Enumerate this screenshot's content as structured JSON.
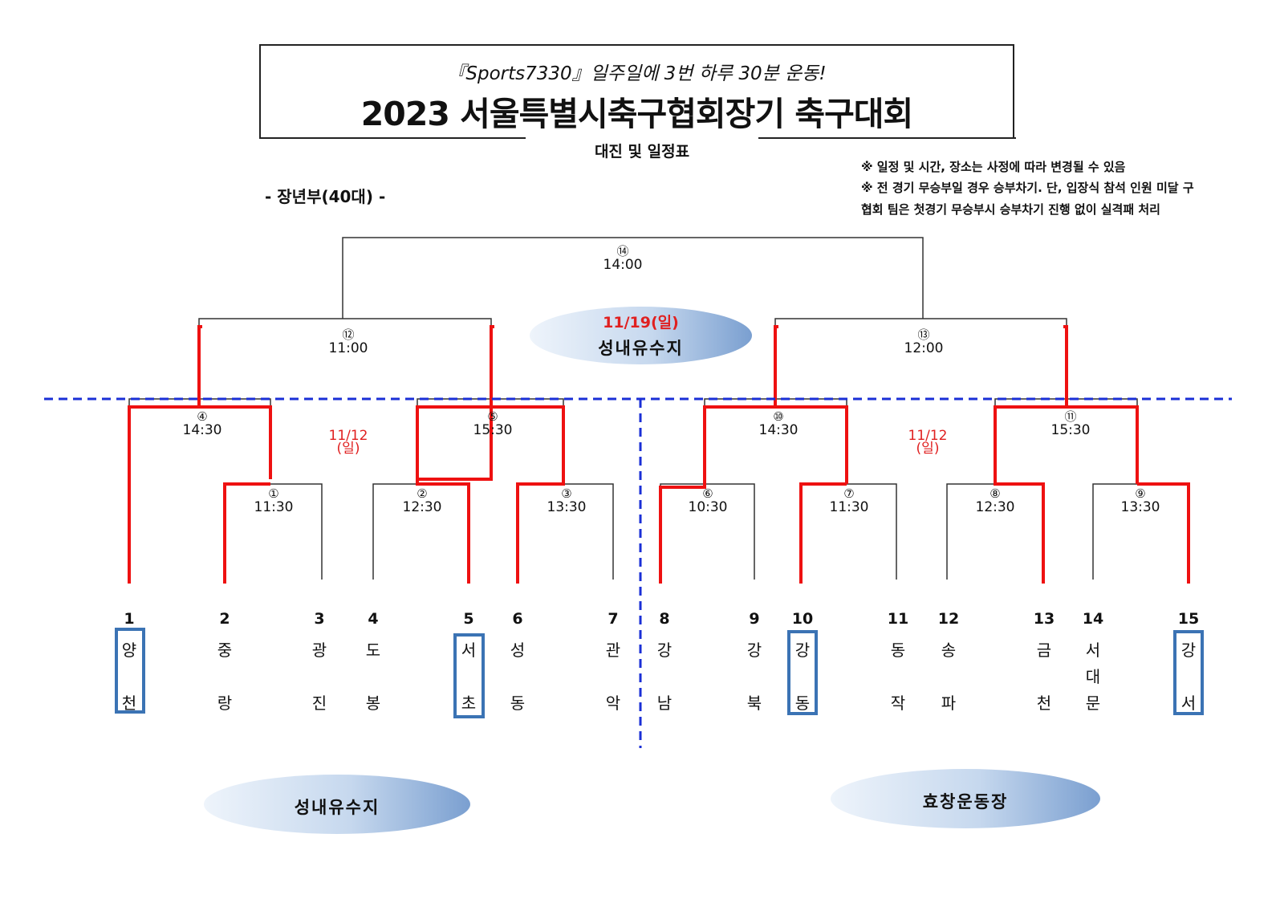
{
  "header": {
    "slogan": "『Sports7330』일주일에 3번 하루 30분 운동!",
    "title": "2023 서울특별시축구협회장기 축구대회",
    "subtitle": "대진 및 일정표"
  },
  "division": "- 장년부(40대) -",
  "notes": [
    "※ 일정 및 시간, 장소는 사정에 따라 변경될 수 있음",
    "※ 전 경기 무승부일 경우 승부차기. 단, 입장식 참석 인원 미달 구",
    "협회 팀은 첫경기 무승부시 승부차기 진행 없이 실격패 처리"
  ],
  "final_date": "11/19(일)",
  "final_venue": "성내유수지",
  "round1_date": "11/12\n(일)",
  "venues": {
    "left": "성내유수지",
    "right": "효창운동장"
  },
  "matches": {
    "m1": {
      "no": "①",
      "time": "11:30"
    },
    "m2": {
      "no": "②",
      "time": "12:30"
    },
    "m3": {
      "no": "③",
      "time": "13:30"
    },
    "m4": {
      "no": "④",
      "time": "14:30"
    },
    "m5": {
      "no": "⑤",
      "time": "15:30"
    },
    "m6": {
      "no": "⑥",
      "time": "10:30"
    },
    "m7": {
      "no": "⑦",
      "time": "11:30"
    },
    "m8": {
      "no": "⑧",
      "time": "12:30"
    },
    "m9": {
      "no": "⑨",
      "time": "13:30"
    },
    "m10": {
      "no": "⑩",
      "time": "14:30"
    },
    "m11": {
      "no": "⑪",
      "time": "15:30"
    },
    "m12": {
      "no": "⑫",
      "time": "11:00"
    },
    "m13": {
      "no": "⑬",
      "time": "12:00"
    },
    "m14": {
      "no": "⑭",
      "time": "14:00"
    }
  },
  "teams": [
    {
      "no": "1",
      "chars": [
        "양",
        "천"
      ],
      "advanced": true
    },
    {
      "no": "2",
      "chars": [
        "중",
        "랑"
      ],
      "advanced": false
    },
    {
      "no": "3",
      "chars": [
        "광",
        "진"
      ],
      "advanced": false
    },
    {
      "no": "4",
      "chars": [
        "도",
        "봉"
      ],
      "advanced": false
    },
    {
      "no": "5",
      "chars": [
        "서",
        "초"
      ],
      "advanced": true
    },
    {
      "no": "6",
      "chars": [
        "성",
        "동"
      ],
      "advanced": false
    },
    {
      "no": "7",
      "chars": [
        "관",
        "악"
      ],
      "advanced": false
    },
    {
      "no": "8",
      "chars": [
        "강",
        "남"
      ],
      "advanced": false
    },
    {
      "no": "9",
      "chars": [
        "강",
        "북"
      ],
      "advanced": false
    },
    {
      "no": "10",
      "chars": [
        "강",
        "동"
      ],
      "advanced": true
    },
    {
      "no": "11",
      "chars": [
        "동",
        "작"
      ],
      "advanced": false
    },
    {
      "no": "12",
      "chars": [
        "송",
        "파"
      ],
      "advanced": false
    },
    {
      "no": "13",
      "chars": [
        "금",
        "천"
      ],
      "advanced": false
    },
    {
      "no": "14",
      "chars": [
        "서",
        "대",
        "문"
      ],
      "advanced": false
    },
    {
      "no": "15",
      "chars": [
        "강",
        "서"
      ],
      "advanced": true
    }
  ],
  "colors": {
    "win_line": "#ee1111",
    "line": "#333333",
    "divider": "#1a2fd6",
    "box": "#3b73b4",
    "date": "#e02020"
  }
}
